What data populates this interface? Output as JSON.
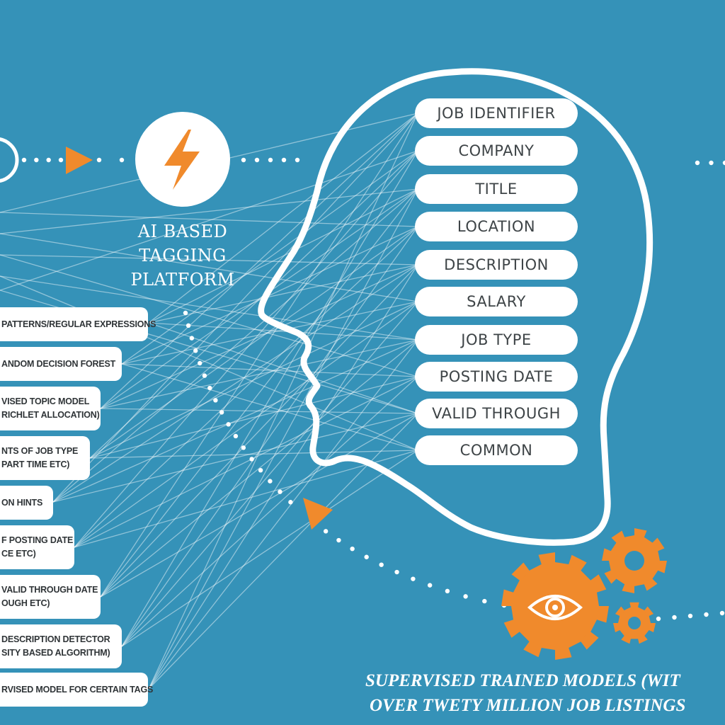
{
  "platform": {
    "label_lines": [
      "AI BASED",
      "TAGGING",
      "PLATFORM"
    ],
    "icon": "lightning-bolt-icon"
  },
  "tags": [
    "JOB IDENTIFIER",
    "COMPANY",
    "TITLE",
    "LOCATION",
    "DESCRIPTION",
    "SALARY",
    "JOB TYPE",
    "POSTING DATE",
    "VALID THROUGH",
    "COMMON"
  ],
  "methods": [
    {
      "lines": [
        "PATTERNS/REGULAR EXPRESSIONS"
      ]
    },
    {
      "lines": [
        "ANDOM DECISION FOREST"
      ]
    },
    {
      "lines": [
        "VISED TOPIC MODEL",
        "RICHLET ALLOCATION)"
      ]
    },
    {
      "lines": [
        "NTS OF JOB TYPE",
        "PART TIME ETC)"
      ]
    },
    {
      "lines": [
        "ON HINTS"
      ]
    },
    {
      "lines": [
        "F POSTING DATE",
        "CE ETC)"
      ]
    },
    {
      "lines": [
        "VALID THROUGH DATE",
        "OUGH ETC)"
      ]
    },
    {
      "lines": [
        "DESCRIPTION DETECTOR",
        "SITY BASED ALGORITHM)"
      ]
    },
    {
      "lines": [
        "RVISED MODEL FOR CERTAIN TAGS"
      ]
    }
  ],
  "supervised": {
    "line1": "SUPERVISED TRAINED MODELS (WIT",
    "line2": "OVER TWETY MILLION JOB LISTINGS",
    "icons": [
      "gear-icon",
      "eye-icon"
    ]
  },
  "colors": {
    "background": "#3592b8",
    "accent": "#f08a2c",
    "white": "#ffffff",
    "text_dark": "#3e4447"
  }
}
